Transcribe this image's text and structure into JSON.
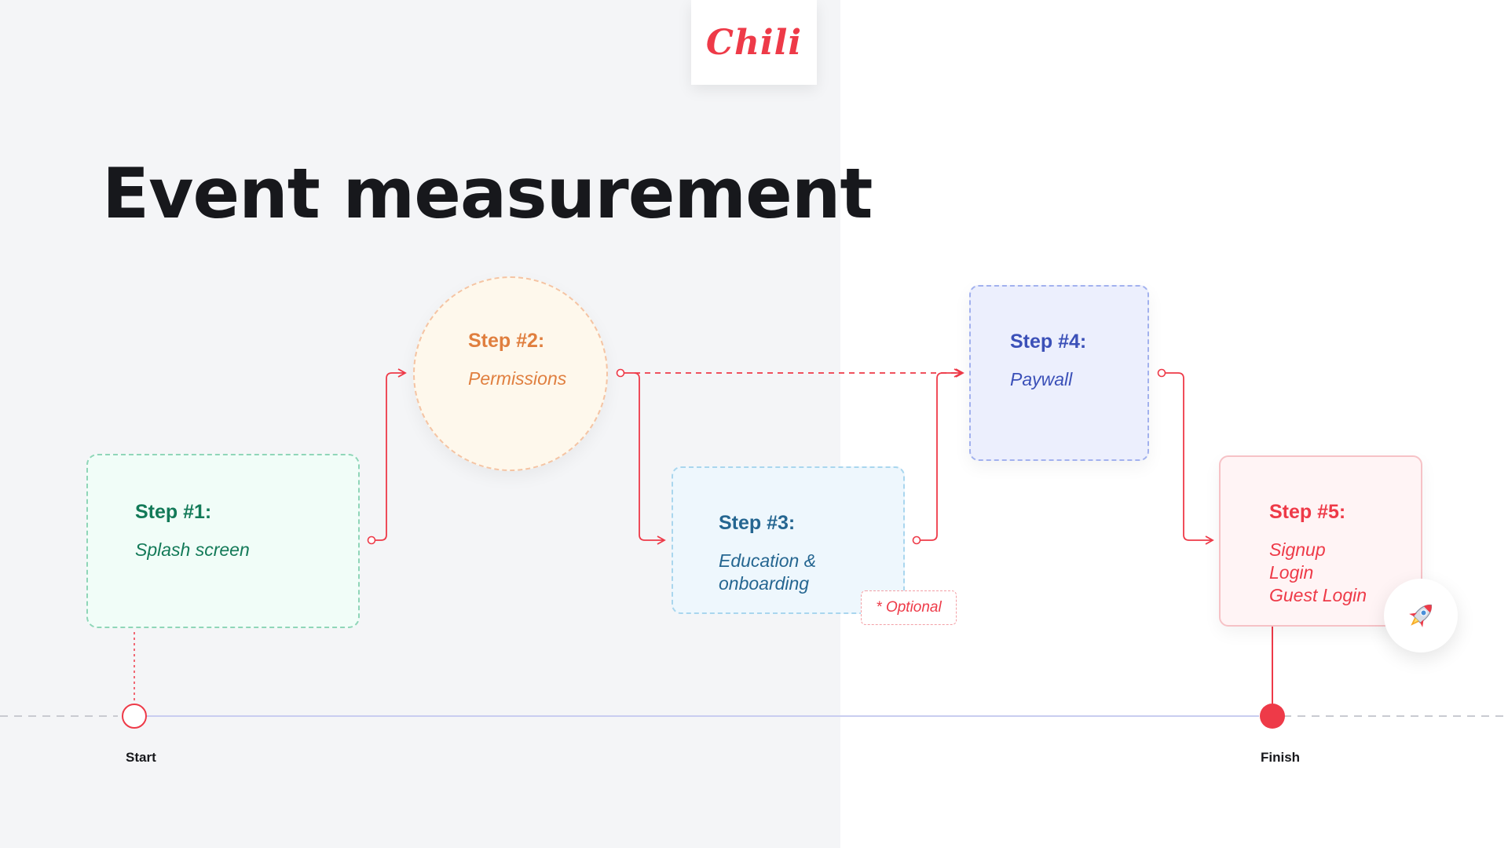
{
  "logo": {
    "text": "Chili"
  },
  "title": "Event measurement",
  "steps": [
    {
      "label": "Step #1:",
      "desc": "Splash screen"
    },
    {
      "label": "Step #2:",
      "desc": "Permissions"
    },
    {
      "label": "Step #3:",
      "desc": "Education &\nonboarding"
    },
    {
      "label": "Step #4:",
      "desc": "Paywall"
    },
    {
      "label": "Step #5:",
      "desc": "Signup\nLogin\nGuest Login"
    }
  ],
  "optional_tag": "* Optional",
  "timeline": {
    "start": "Start",
    "finish": "Finish"
  },
  "icons": {
    "rocket": "rocket-icon"
  },
  "colors": {
    "accent": "#ee3a48",
    "step1": "#137a58",
    "step2": "#e07f3f",
    "step3": "#256691",
    "step4": "#3b50b8",
    "step5": "#ee3a48"
  }
}
